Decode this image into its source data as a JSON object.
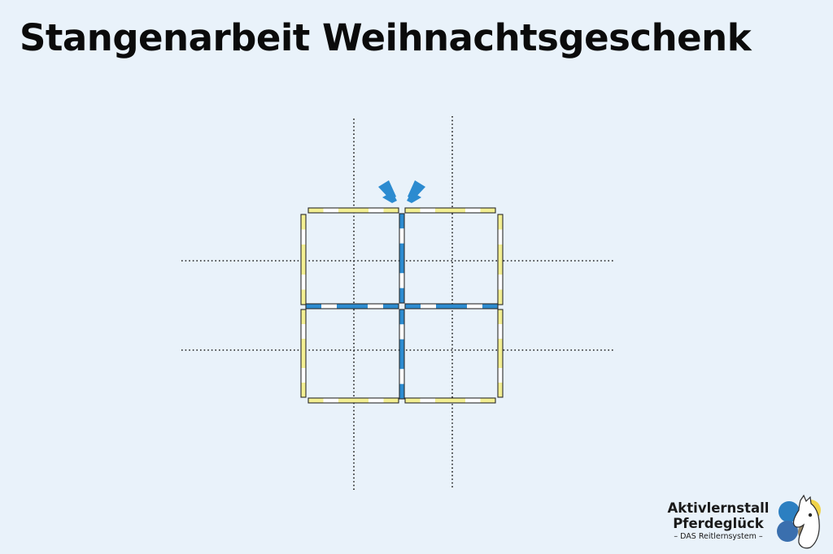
{
  "title": "Stangenarbeit Weihnachtsgeschenk",
  "colors": {
    "background": "#e9f2fa",
    "pole_yellow": "#f3ef92",
    "pole_blue": "#2c8bd0",
    "pole_outline": "#2a2a2a",
    "guide_line": "#1e1e1e"
  },
  "icons": [
    "horse-head-icon",
    "heart-flower-icon",
    "direction-marker-icon"
  ],
  "logo": {
    "line1": "Aktivlernstall",
    "line2": "Pferdeglück",
    "line3": "– DAS Reitlernsystem –",
    "petal_colors": [
      "#2c7fc1",
      "#f0d34a",
      "#3a6fae",
      "#9a8a6a"
    ]
  }
}
